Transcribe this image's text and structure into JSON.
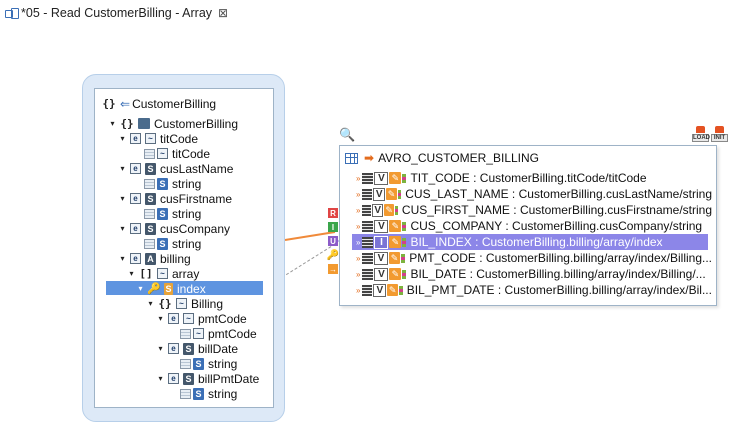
{
  "tab": {
    "title": "*05 - Read CustomerBilling - Array",
    "close": "⊠"
  },
  "tree": {
    "root_label": "CustomerBilling",
    "rows": [
      {
        "label": "CustomerBilling",
        "level": 0
      },
      {
        "label": "titCode",
        "level": 1
      },
      {
        "label": "titCode",
        "level": 2
      },
      {
        "label": "cusLastName",
        "level": 1
      },
      {
        "label": "string",
        "level": 2
      },
      {
        "label": "cusFirstname",
        "level": 1
      },
      {
        "label": "string",
        "level": 2
      },
      {
        "label": "cusCompany",
        "level": 1
      },
      {
        "label": "string",
        "level": 2
      },
      {
        "label": "billing",
        "level": 1
      },
      {
        "label": "array",
        "level": 2
      },
      {
        "label": "index",
        "level": 3
      },
      {
        "label": "Billing",
        "level": 4
      },
      {
        "label": "pmtCode",
        "level": 5
      },
      {
        "label": "pmtCode",
        "level": 6
      },
      {
        "label": "billDate",
        "level": 5
      },
      {
        "label": "string",
        "level": 6
      },
      {
        "label": "billPmtDate",
        "level": 5
      },
      {
        "label": "string",
        "level": 6
      }
    ]
  },
  "mapping": {
    "title": "AVRO_CUSTOMER_BILLING",
    "rows": [
      {
        "label": "TIT_CODE : CustomerBilling.titCode/titCode",
        "badge": "V",
        "highlighted": false
      },
      {
        "label": "CUS_LAST_NAME : CustomerBilling.cusLastName/string",
        "badge": "V",
        "highlighted": false
      },
      {
        "label": "CUS_FIRST_NAME : CustomerBilling.cusFirstname/string",
        "badge": "V",
        "highlighted": false
      },
      {
        "label": "CUS_COMPANY : CustomerBilling.cusCompany/string",
        "badge": "V",
        "highlighted": false
      },
      {
        "label": "BIL_INDEX : CustomerBilling.billing/array/index",
        "badge": "I",
        "highlighted": true
      },
      {
        "label": "PMT_CODE : CustomerBilling.billing/array/index/Billing...",
        "badge": "V",
        "highlighted": false
      },
      {
        "label": "BIL_DATE : CustomerBilling.billing/array/index/Billing/...",
        "badge": "V",
        "highlighted": false
      },
      {
        "label": "BIL_PMT_DATE : CustomerBilling.billing/array/index/Bil...",
        "badge": "V",
        "highlighted": false
      }
    ]
  },
  "toolbar_letters": [
    "R",
    "I",
    "U"
  ],
  "top_icons": [
    "LOAD",
    "INIT"
  ],
  "colors": {
    "accent": "#5e94e0",
    "highlight_row": "#8c86e8",
    "orange": "#e36c1e"
  }
}
